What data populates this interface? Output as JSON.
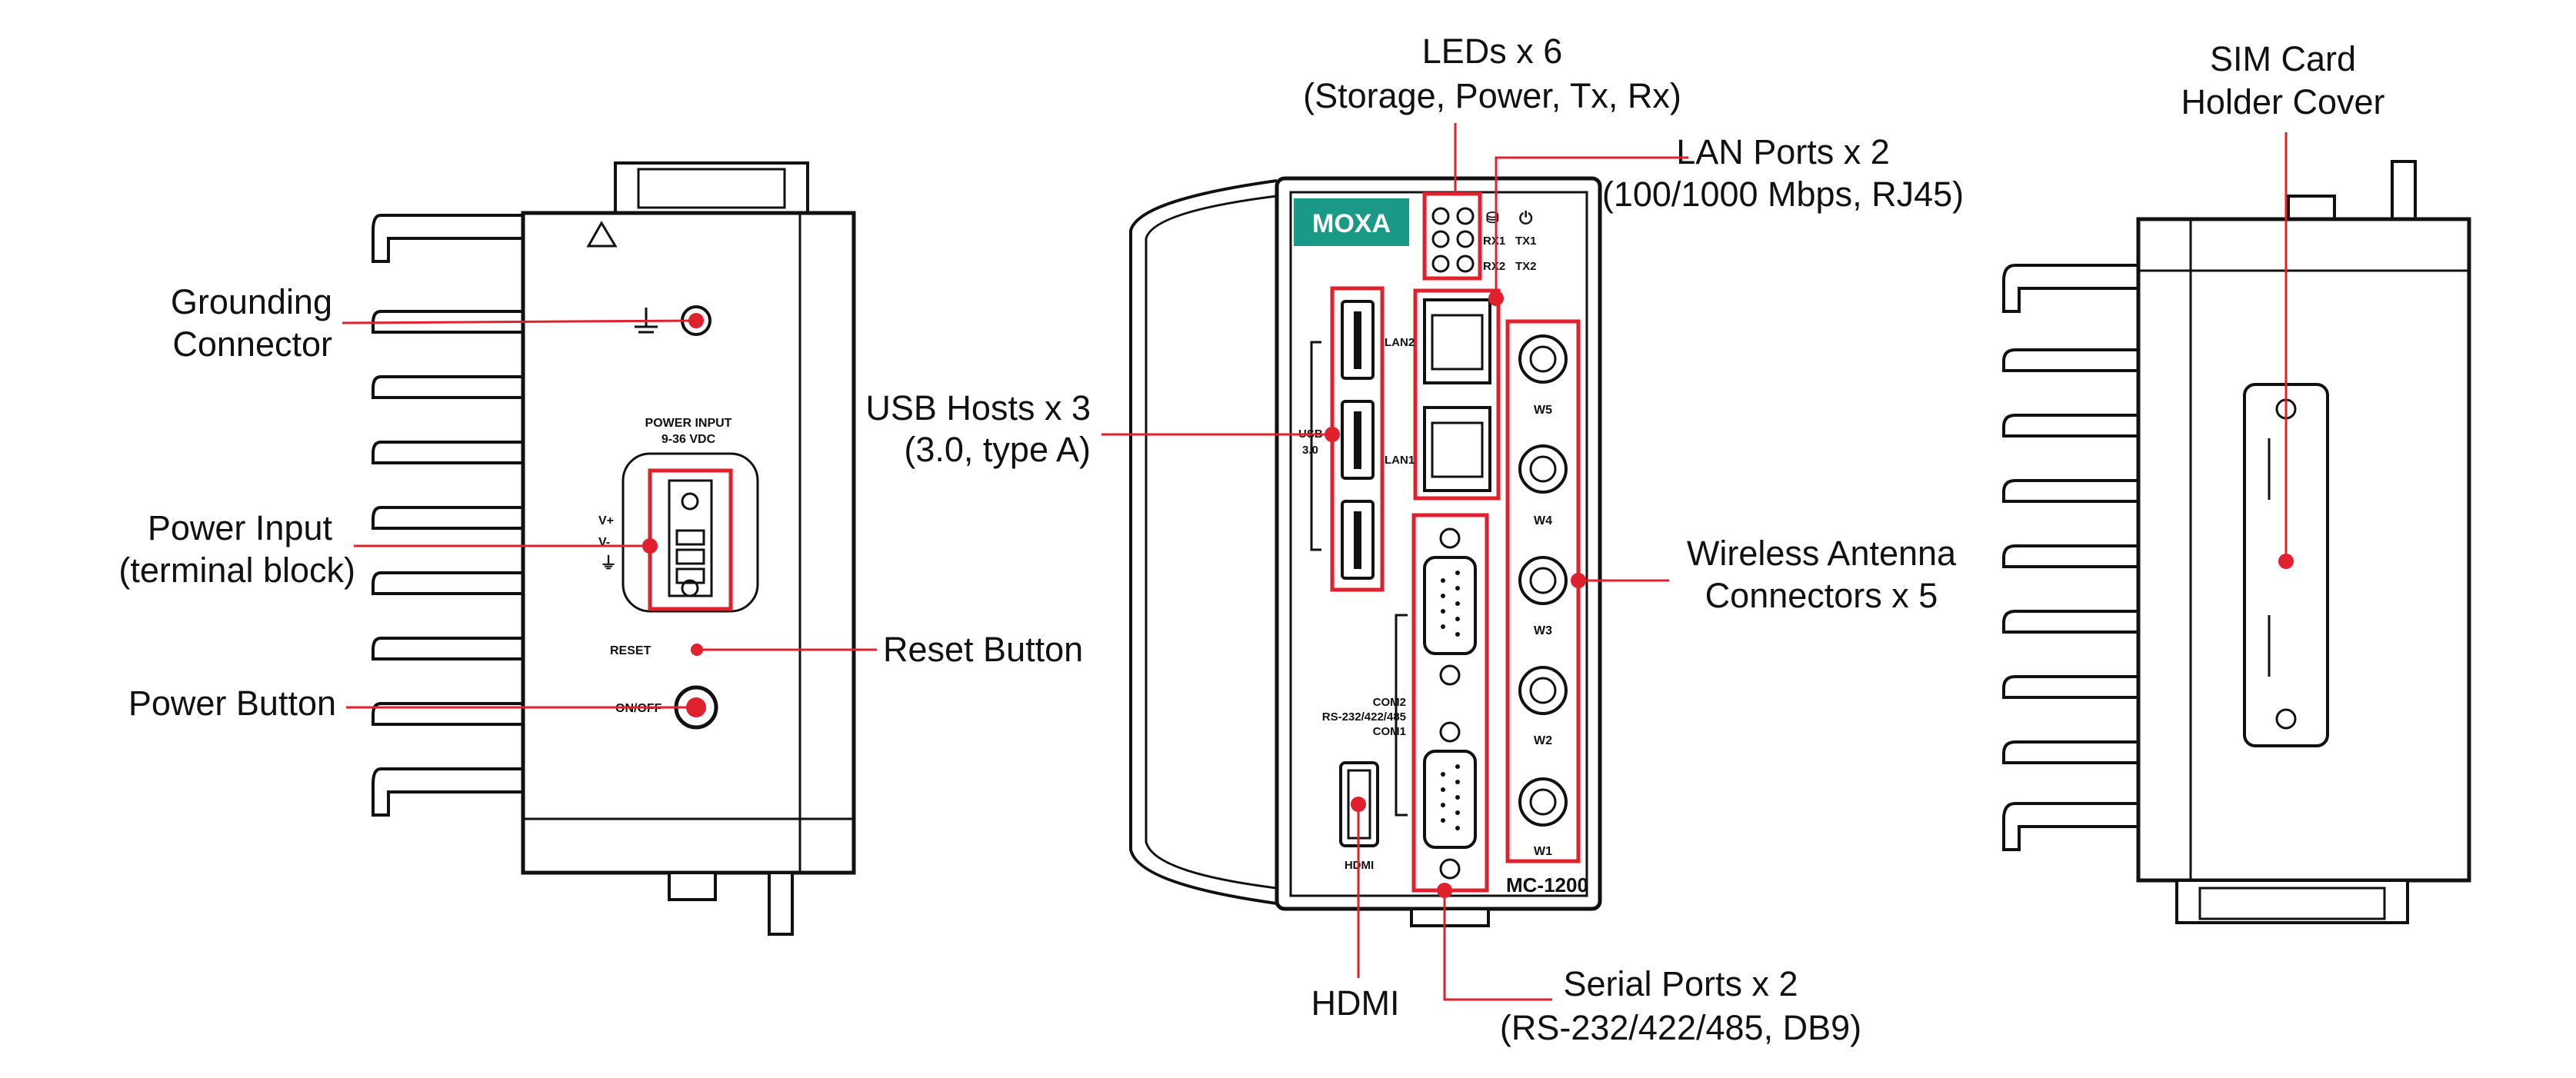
{
  "callouts": {
    "grounding": [
      "Grounding",
      "Connector"
    ],
    "power_input": [
      "Power Input",
      "(terminal block)"
    ],
    "power_button": "Power Button",
    "reset_button": "Reset Button",
    "usb": [
      "USB Hosts x 3",
      "(3.0, type A)"
    ],
    "leds": [
      "LEDs x 6",
      "(Storage, Power, Tx, Rx)"
    ],
    "lan": [
      "LAN Ports x 2",
      "(100/1000 Mbps, RJ45)"
    ],
    "wireless": [
      "Wireless Antenna",
      "Connectors x 5"
    ],
    "hdmi": "HDMI",
    "serial": [
      "Serial Ports x 2",
      "(RS-232/422/485, DB9)"
    ],
    "sim": [
      "SIM Card",
      "Holder Cover"
    ]
  },
  "device_labels": {
    "power_input": [
      "POWER INPUT",
      "9-36 VDC"
    ],
    "terminal": [
      "V+",
      "V-"
    ],
    "reset": "RESET",
    "onoff": "ON/OFF",
    "brand": "MOXA",
    "led_labels": [
      "RX1",
      "TX1",
      "RX2",
      "TX2"
    ],
    "usb": [
      "USB",
      "3.0"
    ],
    "lan": [
      "LAN2",
      "LAN1"
    ],
    "antennas": [
      "W5",
      "W4",
      "W3",
      "W2",
      "W1"
    ],
    "com": [
      "COM2",
      "RS-232/422/485",
      "COM1"
    ],
    "hdmi": "HDMI",
    "model": "MC-1200"
  },
  "colors": {
    "accent": "#e0202c",
    "brand": "#1a9a86",
    "outline": "#111111"
  }
}
